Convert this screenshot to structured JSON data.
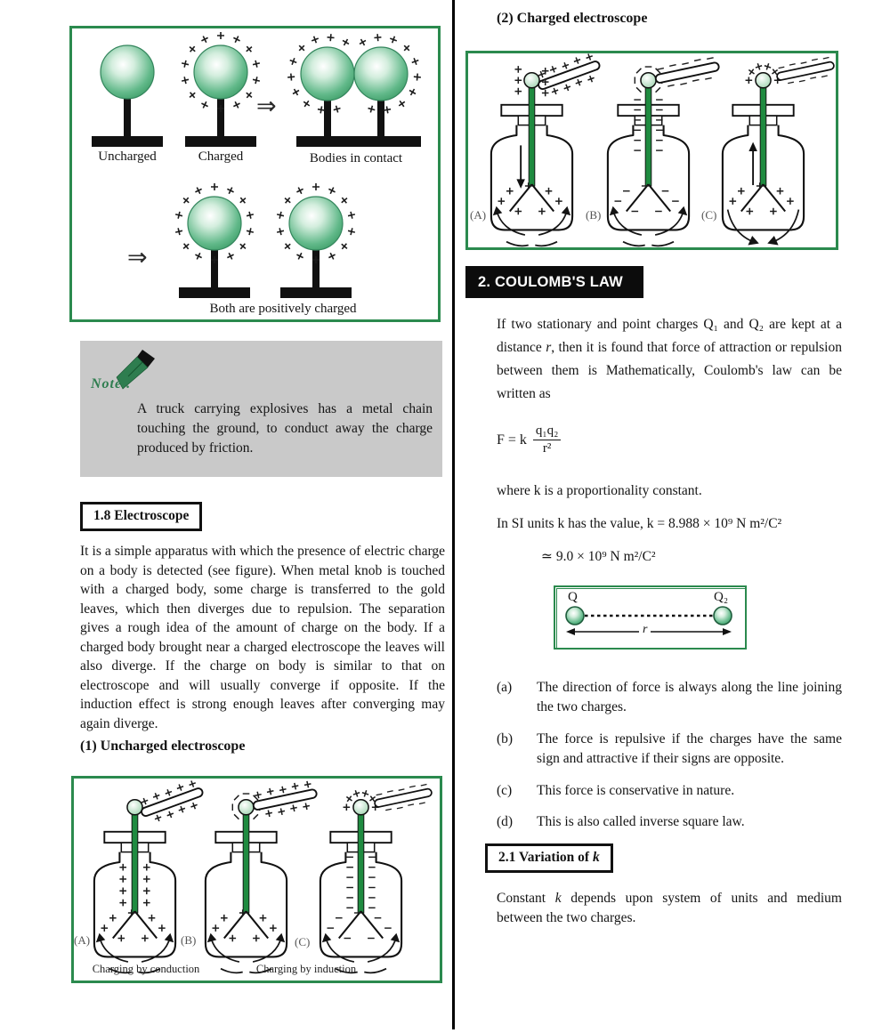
{
  "fig_contact": {
    "arrow": "⇒",
    "label_uncharged": "Uncharged",
    "label_charged": "Charged",
    "label_contact": "Bodies in contact",
    "caption": "Both are positively charged"
  },
  "note": {
    "script": "Note..",
    "text": "A truck carrying explosives has a metal chain touching the ground, to conduct away the charge produced by friction."
  },
  "sec18": {
    "title": "1.8 Electroscope",
    "body": "It is a simple apparatus with which the presence of electric charge on a body is detected (see figure). When metal knob is touched with a charged body, some charge is transferred to the gold leaves, which then diverges due to repulsion. The separation gives a rough idea of the amount of charge on the body. If a charged body brought near a charged electroscope the leaves will also diverge. If the charge on body is similar to that on electroscope and will usually converge if opposite. If the induction effect is strong enough leaves after converging may again diverge.",
    "sub1": "(1) Uncharged electroscope"
  },
  "fig_uncharged": {
    "a": "(A)",
    "b": "(B)",
    "c": "(C)",
    "cap_conduction": "Charging by conduction",
    "cap_induction": "Charging by induction"
  },
  "right": {
    "sub2": "(2) Charged electroscope",
    "fig_charged": {
      "a": "(A)",
      "b": "(B)",
      "c": "(C)"
    }
  },
  "coulomb": {
    "banner": "2. COULOMB'S LAW",
    "p1_pre": "If two stationary and point charges Q₁ and Q₂ are kept at a distance ",
    "p1_r": "r",
    "p1_post": ", then it is found that force of attraction or repulsion between them is Mathematically, Coulomb's law can be written as",
    "formula": {
      "lhs": "F = k",
      "num": "q₁q₂",
      "den": "r²"
    },
    "where_line": "where k is a proportionality constant.",
    "si_line": "In SI units k has the value, k = 8.988 × 10⁹ N m²/C²",
    "approx_line": "≃ 9.0 × 10⁹ N m²/C²",
    "fig_r": {
      "q1": "Q",
      "q2": "Q₂",
      "r": "r"
    },
    "points": [
      {
        "label": "(a)",
        "text": "The direction of force is always along the line joining the two charges."
      },
      {
        "label": "(b)",
        "text": "The force is repulsive if the charges have the same sign and attractive if their signs are opposite."
      },
      {
        "label": "(c)",
        "text": "This force is conservative in nature."
      },
      {
        "label": "(d)",
        "text": "This is also called inverse square law."
      }
    ]
  },
  "sec21": {
    "title_pre": "2.1 Variation of ",
    "title_k": "k",
    "body_pre": "Constant ",
    "body_k": "k",
    "body_post": " depends upon system of units and medium between the two charges."
  }
}
